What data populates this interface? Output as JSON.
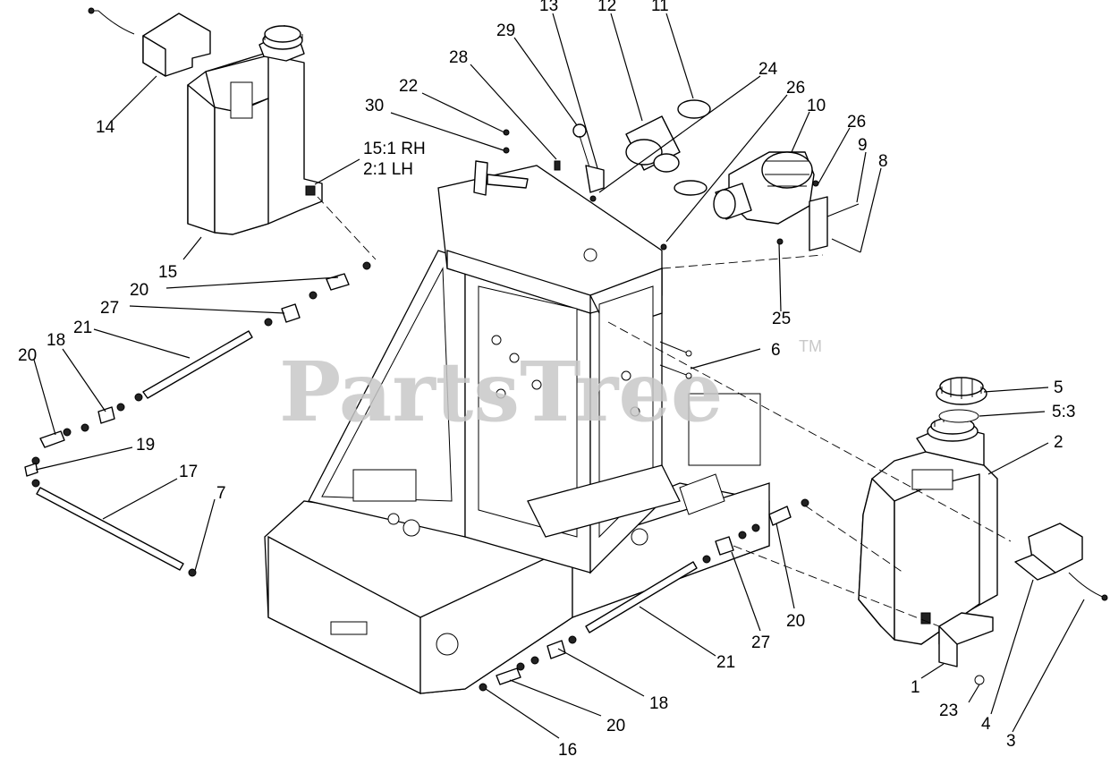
{
  "watermark": {
    "text": "PartsTree",
    "mark": "TM"
  },
  "callouts": [
    {
      "id": "c-13",
      "label": "13"
    },
    {
      "id": "c-12",
      "label": "12"
    },
    {
      "id": "c-11",
      "label": "11"
    },
    {
      "id": "c-29",
      "label": "29"
    },
    {
      "id": "c-28",
      "label": "28"
    },
    {
      "id": "c-24",
      "label": "24"
    },
    {
      "id": "c-22",
      "label": "22"
    },
    {
      "id": "c-26a",
      "label": "26"
    },
    {
      "id": "c-10",
      "label": "10"
    },
    {
      "id": "c-30",
      "label": "30"
    },
    {
      "id": "c-26b",
      "label": "26"
    },
    {
      "id": "c-9",
      "label": "9"
    },
    {
      "id": "c-8",
      "label": "8"
    },
    {
      "id": "c-14",
      "label": "14"
    },
    {
      "id": "c-ratio-rh",
      "label": "15:1 RH"
    },
    {
      "id": "c-ratio-lh",
      "label": "2:1 LH"
    },
    {
      "id": "c-15",
      "label": "15"
    },
    {
      "id": "c-20a",
      "label": "20"
    },
    {
      "id": "c-27a",
      "label": "27"
    },
    {
      "id": "c-21a",
      "label": "21"
    },
    {
      "id": "c-18a",
      "label": "18"
    },
    {
      "id": "c-20b",
      "label": "20"
    },
    {
      "id": "c-25",
      "label": "25"
    },
    {
      "id": "c-6",
      "label": "6"
    },
    {
      "id": "c-5",
      "label": "5"
    },
    {
      "id": "c-5-3",
      "label": "5:3"
    },
    {
      "id": "c-2",
      "label": "2"
    },
    {
      "id": "c-19",
      "label": "19"
    },
    {
      "id": "c-17",
      "label": "17"
    },
    {
      "id": "c-7",
      "label": "7"
    },
    {
      "id": "c-20c",
      "label": "20"
    },
    {
      "id": "c-27b",
      "label": "27"
    },
    {
      "id": "c-21b",
      "label": "21"
    },
    {
      "id": "c-18b",
      "label": "18"
    },
    {
      "id": "c-1",
      "label": "1"
    },
    {
      "id": "c-23",
      "label": "23"
    },
    {
      "id": "c-4",
      "label": "4"
    },
    {
      "id": "c-20d",
      "label": "20"
    },
    {
      "id": "c-16",
      "label": "16"
    },
    {
      "id": "c-3",
      "label": "3"
    }
  ]
}
